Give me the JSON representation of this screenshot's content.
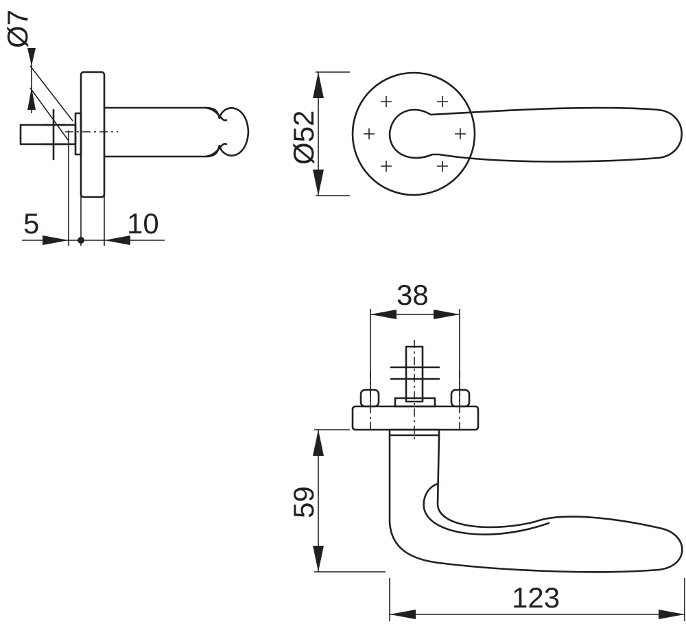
{
  "drawing": {
    "dimensions": {
      "spindle_diameter": "Ø7",
      "rose_offset_left": "5",
      "rose_thickness": "10",
      "rose_diameter": "Ø52",
      "fixing_distance": "38",
      "lever_height": "59",
      "lever_length": "123"
    }
  },
  "colors": {
    "ink": "#231f20",
    "background": "#ffffff"
  }
}
